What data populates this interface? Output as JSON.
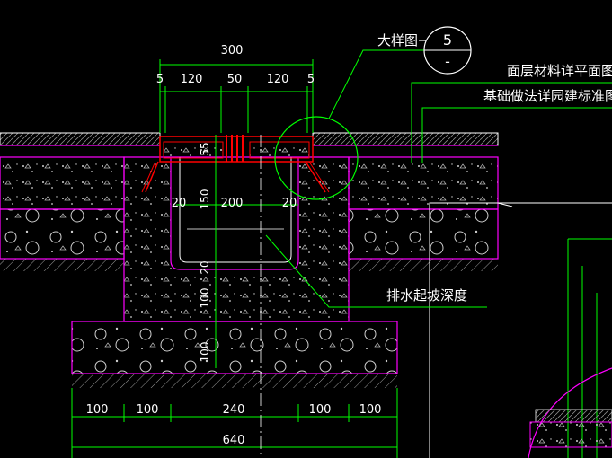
{
  "drawing": {
    "top_dims": {
      "overall": "300",
      "segments": [
        "5",
        "120",
        "50",
        "120",
        "5"
      ]
    },
    "inner_dims": {
      "wall_left": "20",
      "channel_width": "200",
      "wall_right": "20",
      "channel_depth": "150",
      "grate_thickness": "55",
      "bottom_slab": "20",
      "cushion": "100",
      "foundation": "100"
    },
    "bottom_dims": {
      "segments": [
        "100",
        "100",
        "240",
        "100",
        "100"
      ],
      "overall": "640"
    },
    "callouts": {
      "detail_label": "大样图",
      "detail_number": "5",
      "detail_sheet": "-",
      "surface_note": "面层材料详平面图",
      "base_note": "基础做法详园建标准图",
      "drain_note": "排水起坡深度"
    },
    "colors": {
      "background": "#000000",
      "outline": "#ff00ff",
      "leader": "#00ff00",
      "text": "#ffffff",
      "grate": "#ff0000"
    }
  }
}
